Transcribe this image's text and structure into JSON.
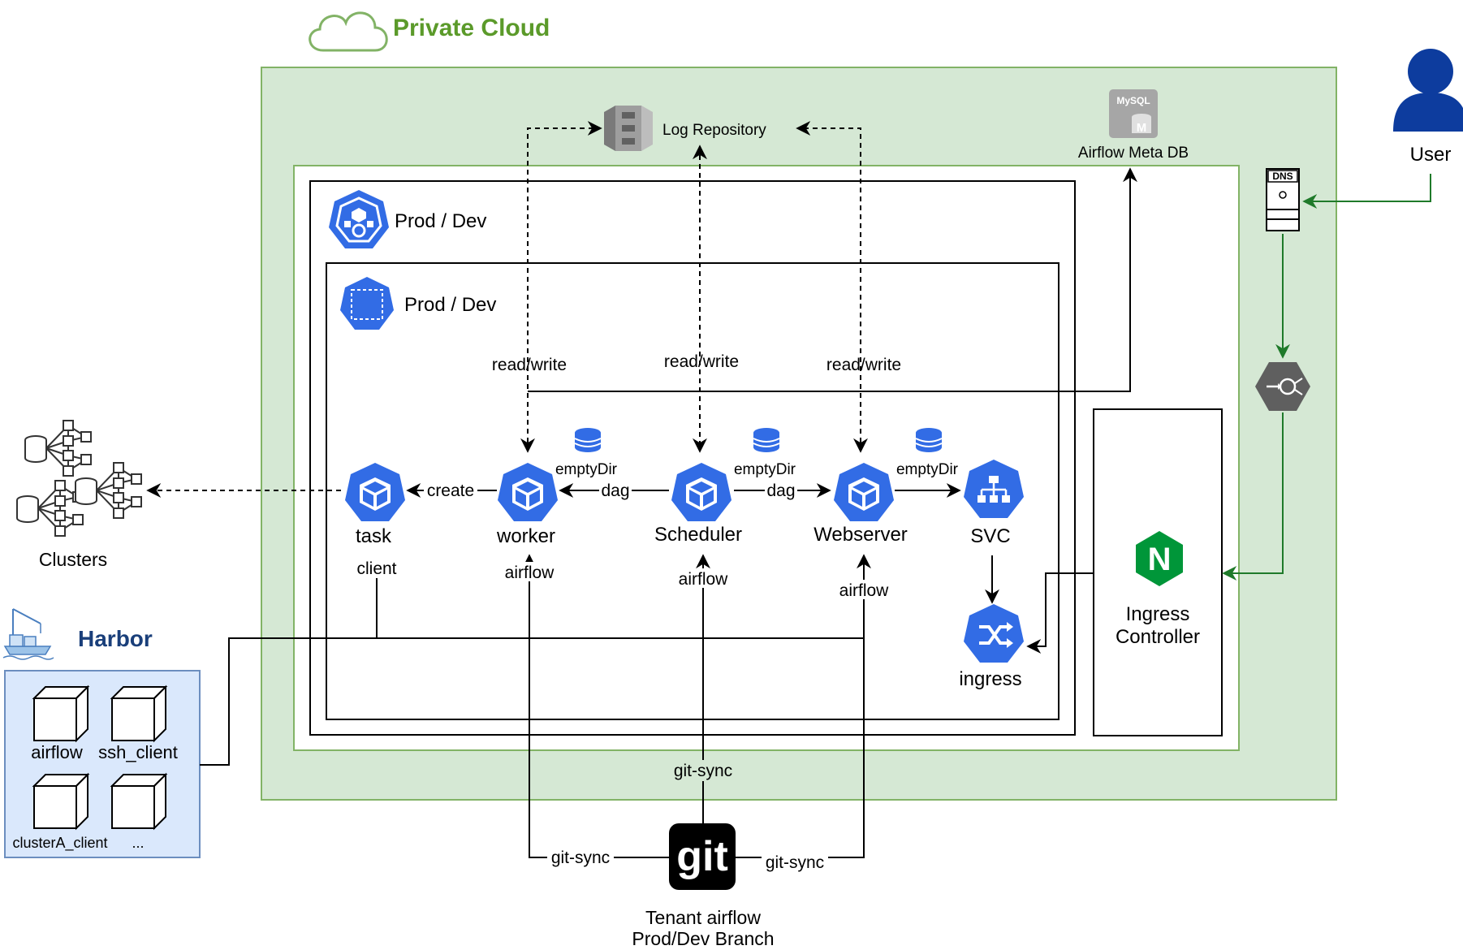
{
  "title": "Private Cloud",
  "labels": {
    "log_repository": "Log Repository",
    "meta_db": "Airflow Meta DB",
    "mysql": "MySQL",
    "mysql_m": "M",
    "user": "User",
    "dns": "DNS",
    "cluster_ns": "Prod / Dev",
    "namespace": "Prod / Dev",
    "read_write": "read/write",
    "empty_dir": "emptyDir",
    "create": "create",
    "dag": "dag",
    "task": "task",
    "worker": "worker",
    "scheduler": "Scheduler",
    "webserver": "Webserver",
    "svc": "SVC",
    "ingress": "ingress",
    "ingress_controller_line1": "Ingress",
    "ingress_controller_line2": "Controller",
    "nginx_letter": "N",
    "client": "client",
    "airflow": "airflow",
    "git_sync": "git-sync",
    "git_logo": "git",
    "tenant_line1": "Tenant airflow",
    "tenant_line2": "Prod/Dev Branch",
    "clusters": "Clusters",
    "harbor": "Harbor",
    "harbor_items": [
      "airflow",
      "ssh_client",
      "clusterA_client",
      "..."
    ]
  },
  "colors": {
    "green_title": "#5b9a2a",
    "green_fill": "#d5e8d4",
    "green_border": "#82b366",
    "k8s_blue": "#326ce5",
    "harbor_fill": "#dae8fc",
    "harbor_border": "#6c8ebf",
    "harbor_title": "#1a3f7a",
    "user_blue": "#0d3c9e",
    "green_arrow": "#1f7a2a",
    "nginx_green": "#009639"
  }
}
